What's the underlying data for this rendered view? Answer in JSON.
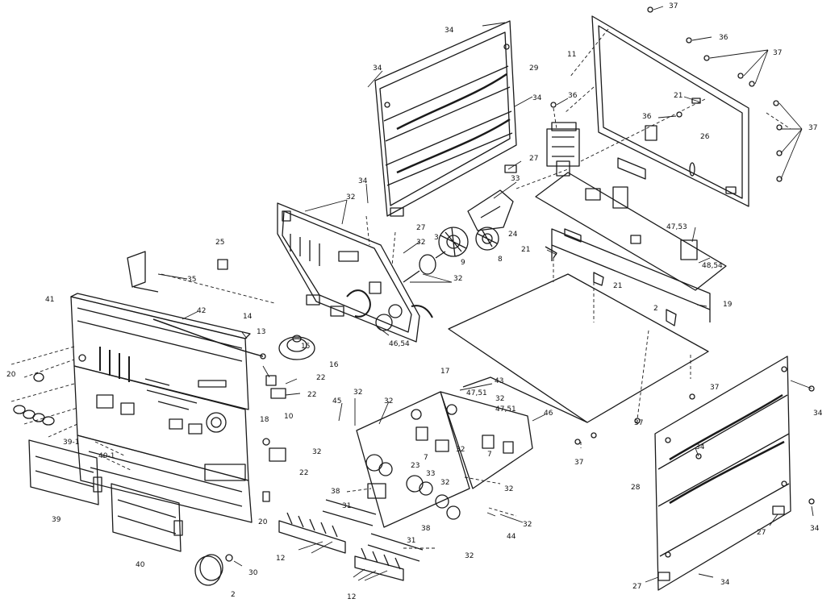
{
  "labels": {
    "l1": "34",
    "l2": "37",
    "l3": "11",
    "l4": "36",
    "l5": "37",
    "l6": "34",
    "l7": "29",
    "l8": "36",
    "l9": "34",
    "l10": "21",
    "l11": "36",
    "l12": "26",
    "l13": "37",
    "l14": "27",
    "l15": "34",
    "l16": "32",
    "l17": "33",
    "l18": "27",
    "l19": "32",
    "l20": "25",
    "l21": "3",
    "l22": "9",
    "l23": "8",
    "l24": "24",
    "l25": "21",
    "l26": "47,53",
    "l27": "48,54",
    "l28": "35",
    "l29": "32",
    "l30": "21",
    "l31": "14",
    "l32": "41",
    "l33": "42",
    "l34": "13",
    "l35": "2",
    "l36": "19",
    "l37": "46,54",
    "l38": "15",
    "l39": "16",
    "l40": "17",
    "l41": "20",
    "l42": "22",
    "l43": "22",
    "l44": "45",
    "l45": "47,51",
    "l46": "37",
    "l47": "32",
    "l48": "32",
    "l49": "43",
    "l50": "32",
    "l51": "47,51",
    "l52": "46",
    "l53": "34",
    "l54": "37",
    "l55": "18",
    "l56": "10",
    "l57": "39-1",
    "l58": "40-1",
    "l59": "22",
    "l60": "32",
    "l61": "7",
    "l62": "23",
    "l63": "32",
    "l64": "33",
    "l65": "7",
    "l66": "37",
    "l67": "34",
    "l68": "28",
    "l69": "39",
    "l70": "20",
    "l71": "38",
    "l72": "31",
    "l73": "32",
    "l74": "32",
    "l75": "44",
    "l76": "32",
    "l77": "34",
    "l78": "27",
    "l79": "12",
    "l80": "40",
    "l81": "30",
    "l82": "31",
    "l83": "38",
    "l84": "32",
    "l85": "2",
    "l86": "12",
    "l87": "27",
    "l88": "34"
  }
}
